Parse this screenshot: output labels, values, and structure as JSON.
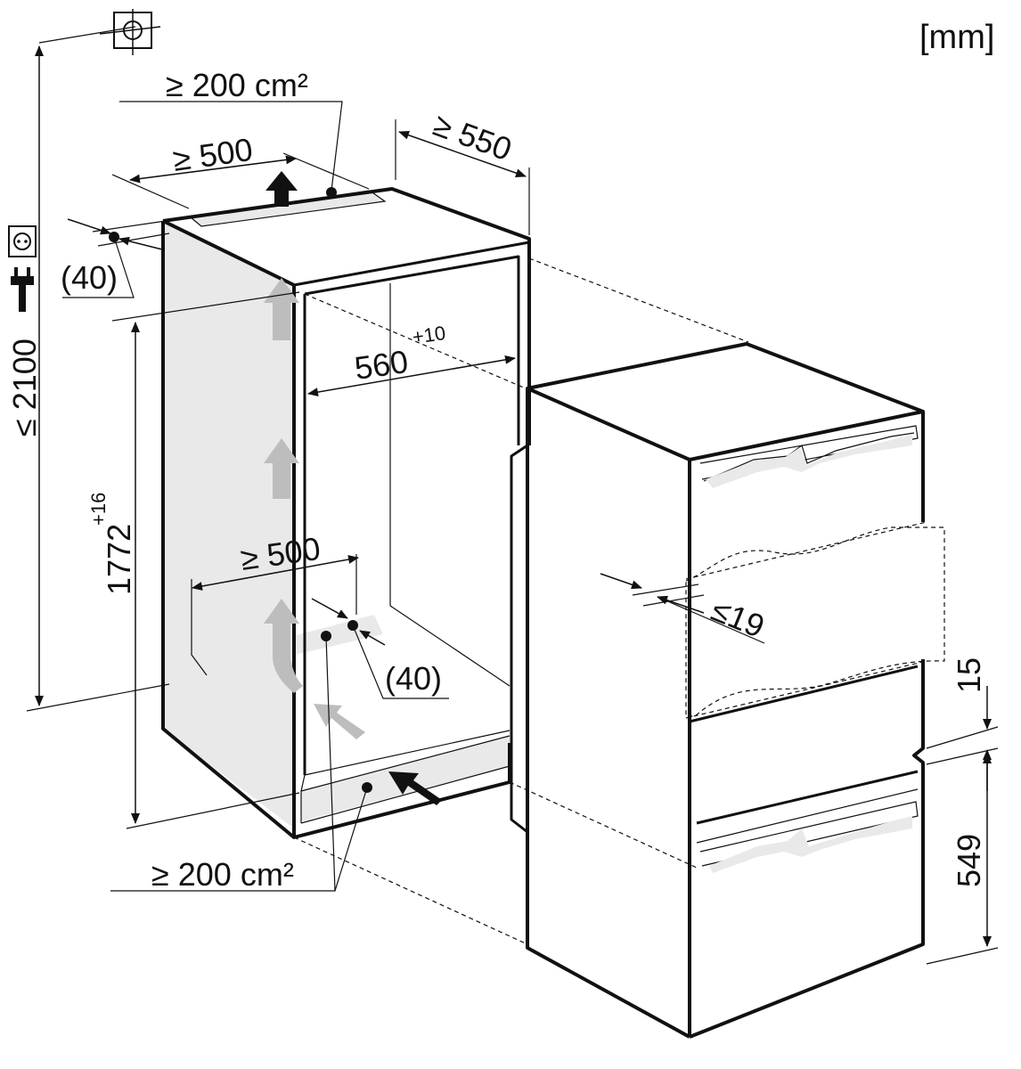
{
  "unit_label": "[mm]",
  "dimensions": {
    "max_height": "≤ 2100",
    "niche_height": "1772",
    "niche_height_tolerance": "+16",
    "niche_width": "560",
    "niche_width_tolerance": "+10",
    "depth_min": "≥ 550",
    "top_opening_width": "≥ 500",
    "bottom_opening_width": "≥ 500",
    "top_gap": "(40)",
    "bottom_gap": "(40)",
    "top_vent_area": "≥ 200 cm²",
    "bottom_vent_area": "≥ 200 cm²",
    "door_max_thickness": "≤19",
    "door_gap": "15",
    "lower_door_height": "549"
  },
  "icons": {
    "top_symbol": "tap-water-connection-icon",
    "socket": "power-socket-icon",
    "plug": "power-plug-icon"
  },
  "colors": {
    "line": "#111111",
    "shade": "#e9e9e9",
    "airflow": "#bdbdbd"
  }
}
